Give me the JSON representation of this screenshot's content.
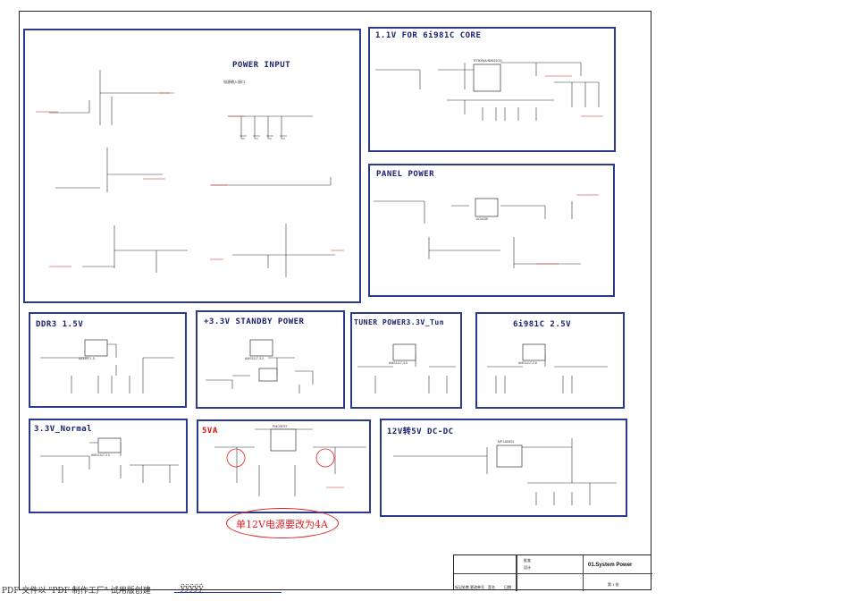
{
  "blocks": {
    "power_input": {
      "title": "POWER INPUT",
      "subtitle": "电源输入接口"
    },
    "core_1v1": {
      "title": "1.1V FOR 6i981C CORE",
      "ic": "RT8096A/NB691GG"
    },
    "panel_power": {
      "title": "PANEL POWER",
      "ic": "AO4435"
    },
    "ddr3": {
      "title": "DDR3 1.5V",
      "ic": "AZ1117-1.5"
    },
    "standby_3v3": {
      "title": "+3.3V STANDBY POWER",
      "ic": "AMS1117-3.3"
    },
    "tuner": {
      "title": "TUNER POWER3.3V_Tun",
      "ic": "AMS1117-3.3"
    },
    "v2v5": {
      "title": "6i981C 2.5V",
      "ic": "AMS1117-2.5"
    },
    "normal_3v3": {
      "title": "3.3V_Normal",
      "ic": "AMS1117-3.3"
    },
    "v5a": {
      "title": "5VA",
      "ic": "PMOSFET"
    },
    "dcdc": {
      "title": "12V转5V DC-DC",
      "ic": "MP1484EN"
    }
  },
  "note": "单12V电源要改为4A",
  "title_block": {
    "sheet_title": "01.System Power",
    "labels": [
      "标记",
      "处数",
      "更改单号",
      "签名",
      "日期"
    ],
    "page": "第 1 张",
    "approved": "批准",
    "designed": "设计"
  },
  "footer": {
    "text": "PDF 文件以 \"PDF 制作工厂\" 试用版创建",
    "link": "ÿÿÿÿÿ"
  },
  "colors": {
    "block_border": "#2b3a8a",
    "note": "#d22",
    "wire": "#333",
    "net_red": "#c22"
  }
}
